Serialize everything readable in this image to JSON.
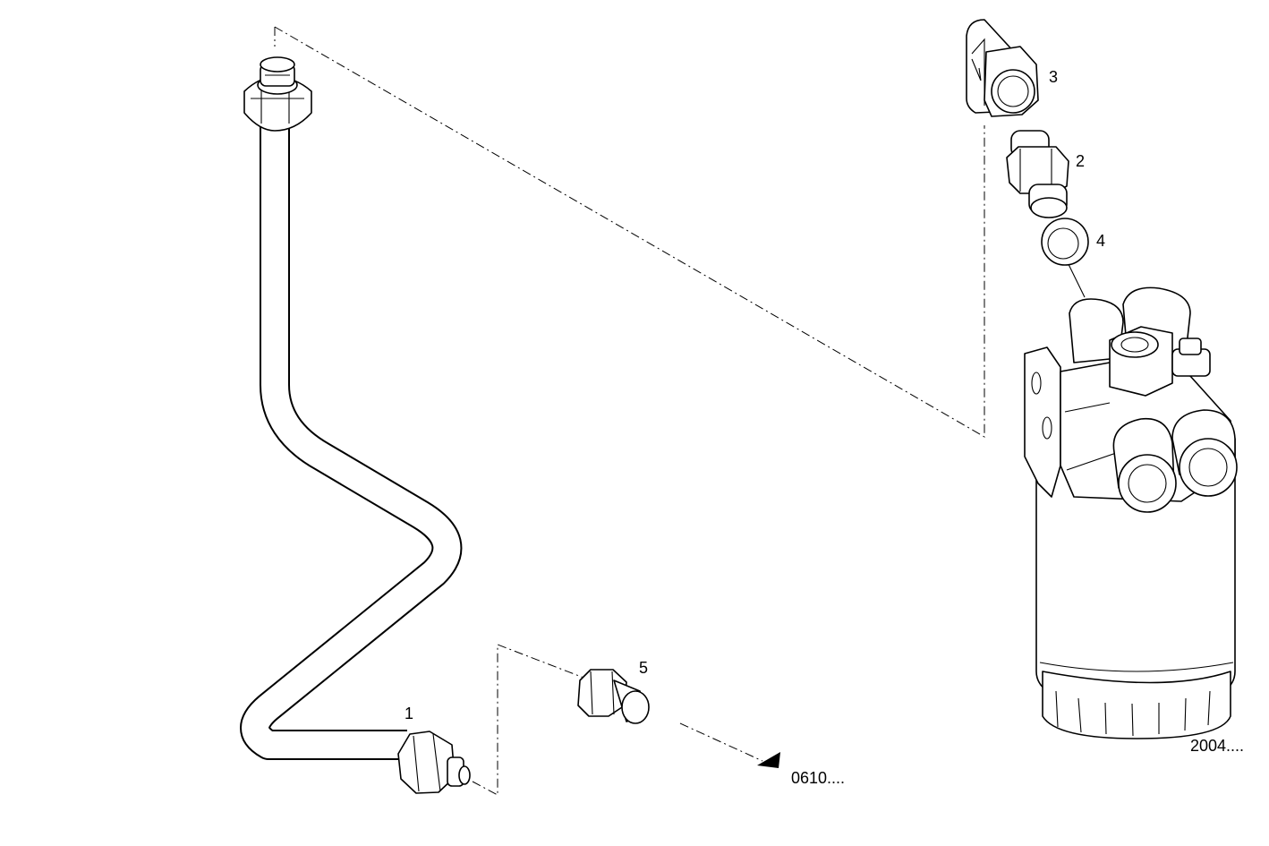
{
  "callouts": {
    "part_1": "1",
    "part_2": "2",
    "part_3": "3",
    "part_4": "4",
    "part_5": "5"
  },
  "references": {
    "filter_ref": "2004....",
    "arrow_ref": "0610...."
  }
}
